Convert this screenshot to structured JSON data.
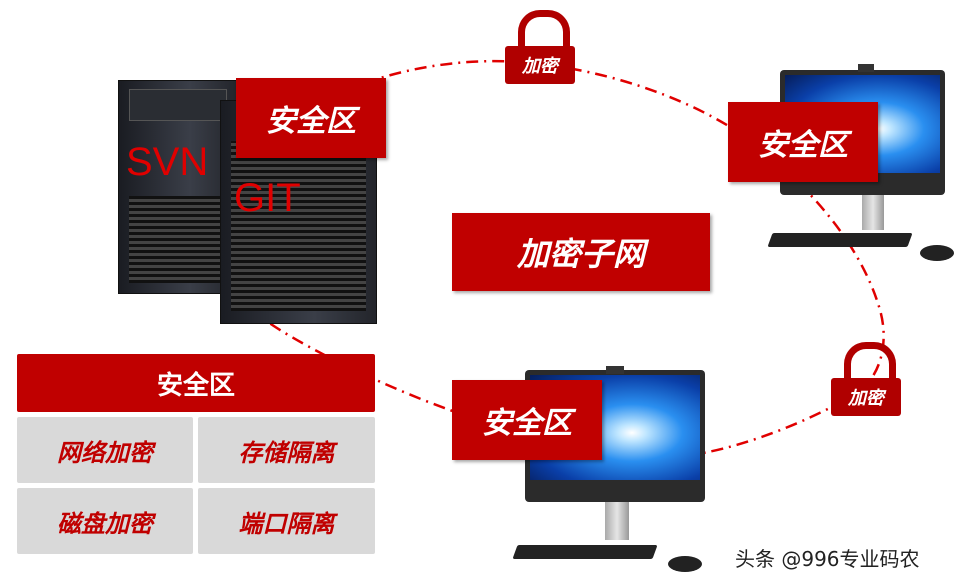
{
  "servers": {
    "svn_label": "SVN",
    "git_label": "GIT",
    "zone_label": "安全区"
  },
  "top_right_pc": {
    "zone_label": "安全区"
  },
  "bottom_pc": {
    "zone_label": "安全区"
  },
  "center_label": "加密子网",
  "locks": [
    {
      "label": "加密"
    },
    {
      "label": "加密"
    }
  ],
  "security_panel": {
    "title": "安全区",
    "items": [
      "网络加密",
      "存储隔离",
      "磁盘加密",
      "端口隔离"
    ]
  },
  "watermark": "头条 @996专业码农",
  "colors": {
    "accent": "#c00000",
    "panel_grey": "#d9d9d9"
  }
}
